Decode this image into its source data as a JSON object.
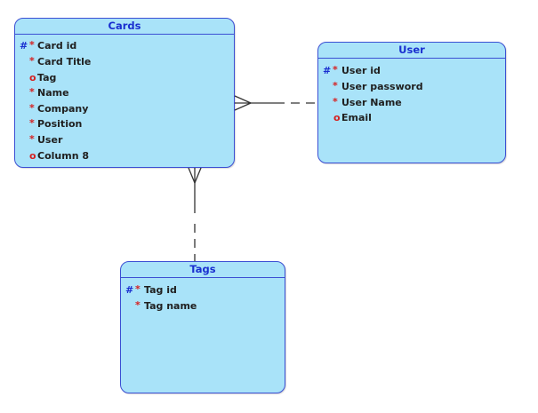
{
  "colors": {
    "entity_fill": "#a9e3f9",
    "entity_border": "#3b4fd3",
    "title_text": "#1a2fd0",
    "primary_key_marker": "#1a2fd0",
    "attribute_marker": "#d62020",
    "relationship_line": "#333333"
  },
  "markers": {
    "primary_key": "#",
    "required": "*",
    "optional": "o"
  },
  "entities": {
    "cards": {
      "title": "Cards",
      "attributes": [
        {
          "name": "Card id",
          "kind": "primary_key"
        },
        {
          "name": "Card Title",
          "kind": "required"
        },
        {
          "name": "Tag",
          "kind": "optional"
        },
        {
          "name": "Name",
          "kind": "required"
        },
        {
          "name": "Company",
          "kind": "required"
        },
        {
          "name": "Position",
          "kind": "required"
        },
        {
          "name": "User",
          "kind": "required"
        },
        {
          "name": "Column 8",
          "kind": "optional"
        }
      ]
    },
    "user": {
      "title": "User",
      "attributes": [
        {
          "name": "User id",
          "kind": "primary_key"
        },
        {
          "name": "User password",
          "kind": "required"
        },
        {
          "name": "User Name",
          "kind": "required"
        },
        {
          "name": "Email",
          "kind": "optional"
        }
      ]
    },
    "tags": {
      "title": "Tags",
      "attributes": [
        {
          "name": "Tag id",
          "kind": "primary_key"
        },
        {
          "name": "Tag name",
          "kind": "required"
        }
      ]
    }
  },
  "relationships": [
    {
      "from": "Cards",
      "to": "User",
      "from_cardinality": "many",
      "to_cardinality": "one",
      "to_optional": true
    },
    {
      "from": "Cards",
      "to": "Tags",
      "from_cardinality": "many",
      "to_cardinality": "one",
      "to_optional": true
    }
  ]
}
